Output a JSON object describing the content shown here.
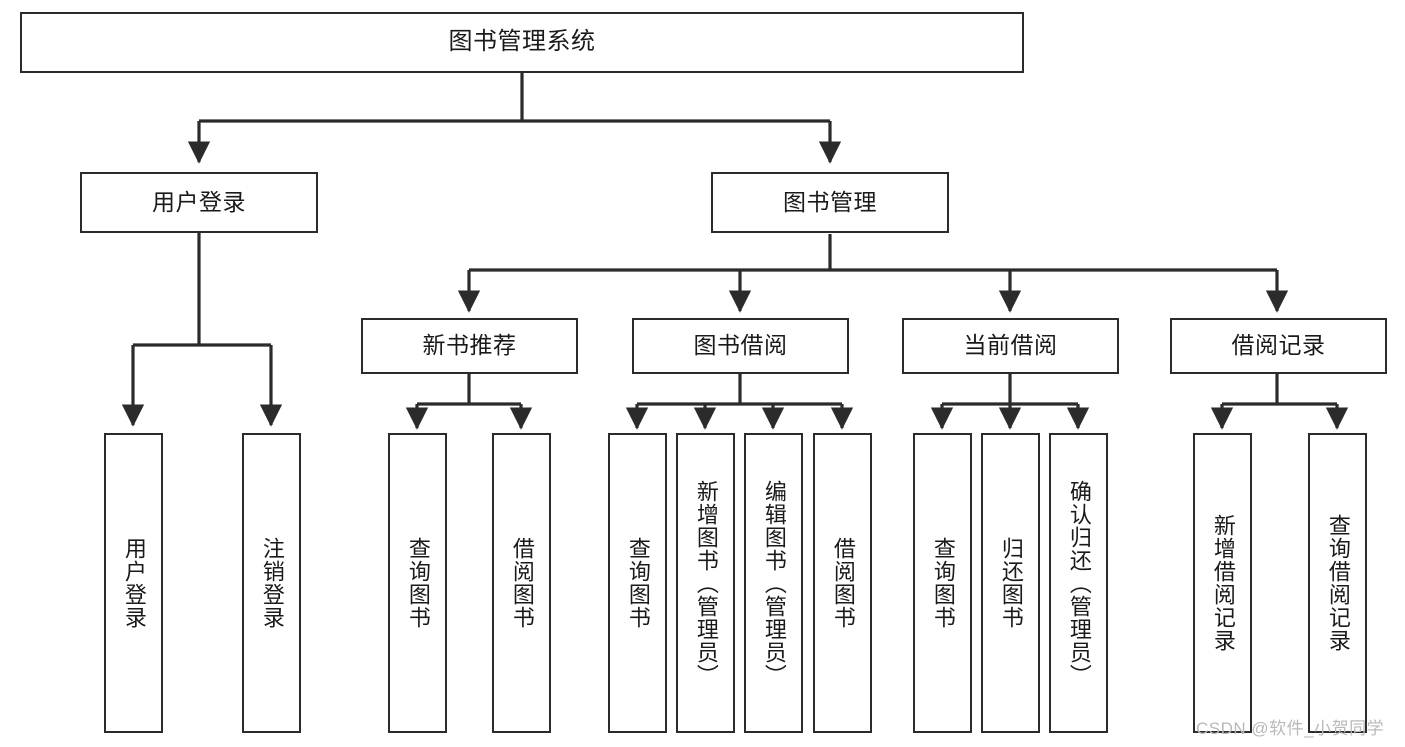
{
  "diagram": {
    "title": "图书管理系统",
    "type": "hierarchy-tree",
    "watermark": "CSDN @软件_小贺同学",
    "root": {
      "label": "图书管理系统"
    },
    "level1": [
      {
        "label": "用户登录"
      },
      {
        "label": "图书管理"
      }
    ],
    "level2": [
      {
        "label": "新书推荐"
      },
      {
        "label": "图书借阅"
      },
      {
        "label": "当前借阅"
      },
      {
        "label": "借阅记录"
      }
    ],
    "leaves": {
      "user_login": [
        {
          "label": "用户登录"
        },
        {
          "label": "注销登录"
        }
      ],
      "new_book_recommend": [
        {
          "label": "查询图书"
        },
        {
          "label": "借阅图书"
        }
      ],
      "book_borrow": [
        {
          "label": "查询图书"
        },
        {
          "label": "新增图书（管理员）"
        },
        {
          "label": "编辑图书（管理员）"
        },
        {
          "label": "借阅图书"
        }
      ],
      "current_borrow": [
        {
          "label": "查询图书"
        },
        {
          "label": "归还图书"
        },
        {
          "label": "确认归还（管理员）"
        }
      ],
      "borrow_records": [
        {
          "label": "新增借阅记录"
        },
        {
          "label": "查询借阅记录"
        }
      ]
    },
    "colors": {
      "stroke": "#2b2b2b",
      "fill": "#ffffff",
      "text": "#1a1a1a",
      "watermark": "#b9b9b9"
    }
  }
}
